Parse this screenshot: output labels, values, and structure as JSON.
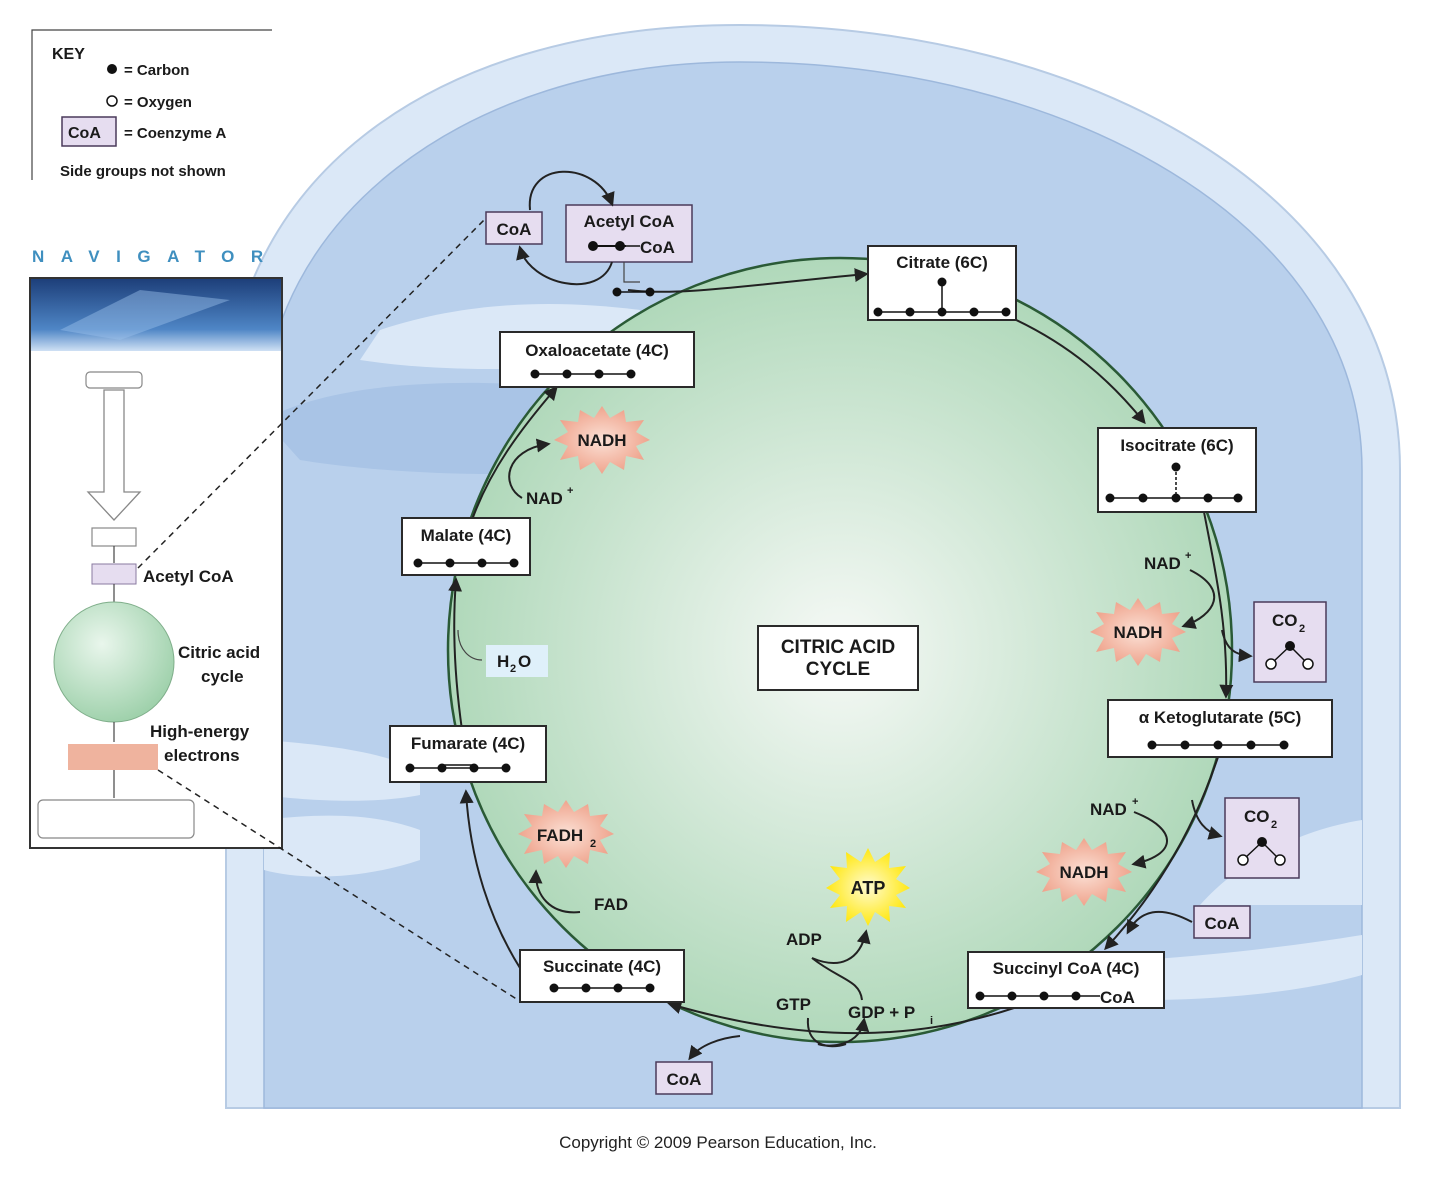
{
  "key": {
    "title": "KEY",
    "carbon": "= Carbon",
    "oxygen": "= Oxygen",
    "coa_box": "CoA",
    "coenzyme": "= Coenzyme A",
    "side_groups": "Side groups not shown"
  },
  "navigator": {
    "title": "NAVIGATOR",
    "acetyl_coa": "Acetyl CoA",
    "citric_acid": "Citric acid",
    "cycle": "cycle",
    "high_energy": "High-energy",
    "electrons": "electrons"
  },
  "center": {
    "line1": "CITRIC ACID",
    "line2": "CYCLE"
  },
  "molecules": {
    "coa_top": "CoA",
    "acetyl_coa": "Acetyl CoA",
    "acetyl_coa_tail": "CoA",
    "citrate": "Citrate (6C)",
    "isocitrate": "Isocitrate (6C)",
    "ketoglutarate": "α Ketoglutarate (5C)",
    "succinyl_coa": "Succinyl CoA (4C)",
    "succinyl_coa_tail": "CoA",
    "succinate": "Succinate (4C)",
    "fumarate": "Fumarate (4C)",
    "malate": "Malate (4C)",
    "oxaloacetate": "Oxaloacetate (4C)"
  },
  "cofactors": {
    "nad_1": "NAD",
    "nadh_1": "NADH",
    "nad_2": "NAD",
    "nadh_2": "NADH",
    "nad_3": "NAD",
    "nadh_3": "NADH",
    "plus": "+",
    "fad": "FAD",
    "fadh2": "FADH",
    "fadh2_sub": "2",
    "atp": "ATP",
    "adp": "ADP",
    "gtp": "GTP",
    "gdp": "GDP + P",
    "gdp_sub": "i",
    "h2o_h": "H",
    "h2o_sub": "2",
    "h2o_o": "O",
    "co2_1": "CO",
    "co2_2": "CO",
    "co2_sub": "2",
    "coa_right": "CoA",
    "coa_bottom": "CoA"
  },
  "copyright": "Copyright © 2009 Pearson Education, Inc.",
  "colors": {
    "mito_outer": "#dbe8f7",
    "mito_inner": "#b6cdea",
    "matrix_edge": "#a8d4b2",
    "matrix_center": "#f4f8f4",
    "nadh_star": "#f2b6a0",
    "atp_star": "#ffee22",
    "coa_box": "#e6ddf0",
    "electrons_box": "#efb39e"
  }
}
